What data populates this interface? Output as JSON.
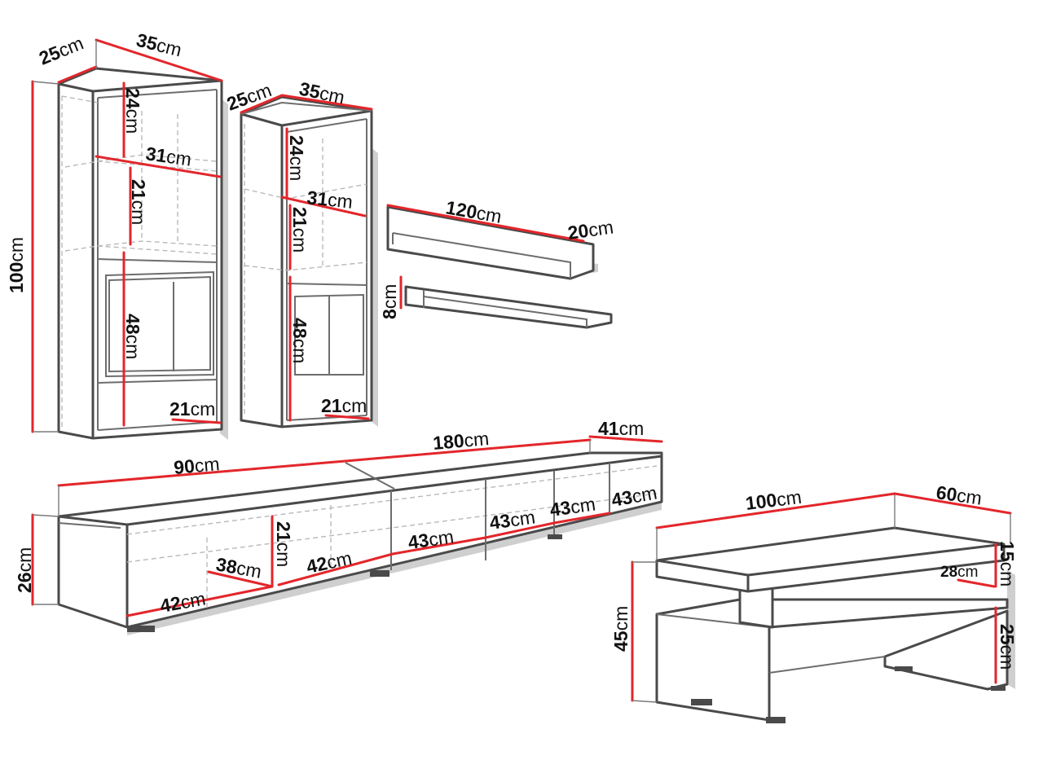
{
  "colors": {
    "dimension_line": "#e3262b",
    "outline": "#4a4a4a",
    "hidden_line": "#b9b9b9",
    "text": "#111111"
  },
  "labels": {
    "tall_left_depth": {
      "value": "25",
      "unit": "cm"
    },
    "tall_left_width": {
      "value": "35",
      "unit": "cm"
    },
    "tall_left_height": {
      "value": "100",
      "unit": "cm"
    },
    "tall_left_shelf1": {
      "value": "24",
      "unit": "cm"
    },
    "tall_left_inner_w": {
      "value": "31",
      "unit": "cm"
    },
    "tall_left_shelf2": {
      "value": "21",
      "unit": "cm"
    },
    "tall_left_door": {
      "value": "48",
      "unit": "cm"
    },
    "tall_left_inner_d": {
      "value": "21",
      "unit": "cm"
    },
    "tall_right_depth": {
      "value": "25",
      "unit": "cm"
    },
    "tall_right_width": {
      "value": "35",
      "unit": "cm"
    },
    "tall_right_shelf1": {
      "value": "24",
      "unit": "cm"
    },
    "tall_right_inner_w": {
      "value": "31",
      "unit": "cm"
    },
    "tall_right_shelf2": {
      "value": "21",
      "unit": "cm"
    },
    "tall_right_door": {
      "value": "48",
      "unit": "cm"
    },
    "tall_right_inner_d": {
      "value": "21",
      "unit": "cm"
    },
    "shelf_length": {
      "value": "120",
      "unit": "cm"
    },
    "shelf_depth": {
      "value": "20",
      "unit": "cm"
    },
    "shelf_height": {
      "value": "8",
      "unit": "cm"
    },
    "tv_half_width": {
      "value": "90",
      "unit": "cm"
    },
    "tv_total_width": {
      "value": "180",
      "unit": "cm"
    },
    "tv_depth": {
      "value": "41",
      "unit": "cm"
    },
    "tv_height": {
      "value": "26",
      "unit": "cm"
    },
    "tv_inner_h": {
      "value": "21",
      "unit": "cm"
    },
    "tv_inner_d": {
      "value": "38",
      "unit": "cm"
    },
    "tv_comp_a": {
      "value": "42",
      "unit": "cm"
    },
    "tv_comp_b": {
      "value": "42",
      "unit": "cm"
    },
    "tv_comp_c": {
      "value": "43",
      "unit": "cm"
    },
    "tv_comp_d": {
      "value": "43",
      "unit": "cm"
    },
    "tv_comp_e": {
      "value": "43",
      "unit": "cm"
    },
    "tv_comp_f": {
      "value": "43",
      "unit": "cm"
    },
    "table_width": {
      "value": "100",
      "unit": "cm"
    },
    "table_depth": {
      "value": "60",
      "unit": "cm"
    },
    "table_height": {
      "value": "45",
      "unit": "cm"
    },
    "table_top_t": {
      "value": "15",
      "unit": "cm"
    },
    "table_inner": {
      "value": "28",
      "unit": "cm"
    },
    "table_gap": {
      "value": "25",
      "unit": "cm"
    }
  }
}
